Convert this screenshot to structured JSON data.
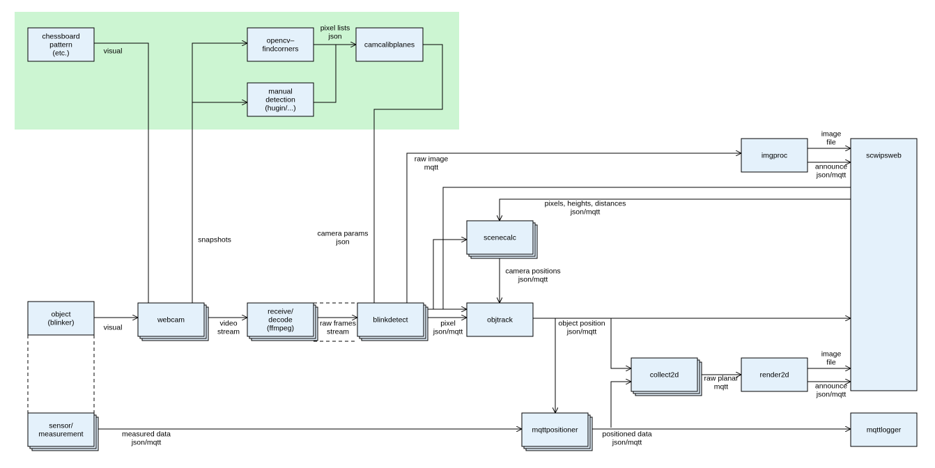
{
  "nodes": {
    "chessboard": [
      "chessboard",
      "pattern",
      "(etc.)"
    ],
    "findcorners": [
      "opencv–",
      "findcorners"
    ],
    "camcalibplanes": [
      "camcalibplanes"
    ],
    "manual": [
      "manual",
      "detection",
      "(hugin/...)"
    ],
    "imgproc": [
      "imgproc"
    ],
    "scwipsweb": [
      "scwipsweb"
    ],
    "scenecalc": [
      "scenecalc"
    ],
    "object": [
      "object",
      "(blinker)"
    ],
    "webcam": [
      "webcam"
    ],
    "decode": [
      "receive/",
      "decode",
      "(ffmpeg)"
    ],
    "blinkdetect": [
      "blinkdetect"
    ],
    "objtrack": [
      "objtrack"
    ],
    "collect2d": [
      "collect2d"
    ],
    "render2d": [
      "render2d"
    ],
    "sensor": [
      "sensor/",
      "measurement"
    ],
    "mqttpositioner": [
      "mqttpositioner"
    ],
    "mqttlogger": [
      "mqttlogger"
    ]
  },
  "edges": {
    "visual_top": [
      "visual"
    ],
    "pixel_lists": [
      "pixel lists",
      "json"
    ],
    "snapshots": [
      "snapshots"
    ],
    "camera_params": [
      "camera params",
      "json"
    ],
    "raw_image": [
      "raw image",
      "mqtt"
    ],
    "image_file_top": [
      "image",
      "file"
    ],
    "announce_top": [
      "announce",
      "json/mqtt"
    ],
    "pixels_heights": [
      "pixels, heights, distances",
      "json/mqtt"
    ],
    "camera_positions": [
      "camera positions",
      "json/mqtt"
    ],
    "visual_bottom": [
      "visual"
    ],
    "video_stream": [
      "video",
      "stream"
    ],
    "raw_frames": [
      "raw frames",
      "stream"
    ],
    "pixel": [
      "pixel",
      "json/mqtt"
    ],
    "object_position": [
      "object position",
      "json/mqtt"
    ],
    "raw_planar": [
      "raw planar",
      "mqtt"
    ],
    "image_file_bottom": [
      "image",
      "file"
    ],
    "announce_bottom": [
      "announce",
      "json/mqtt"
    ],
    "measured_data": [
      "measured data",
      "json/mqtt"
    ],
    "positioned_data": [
      "positioned data",
      "json/mqtt"
    ]
  }
}
